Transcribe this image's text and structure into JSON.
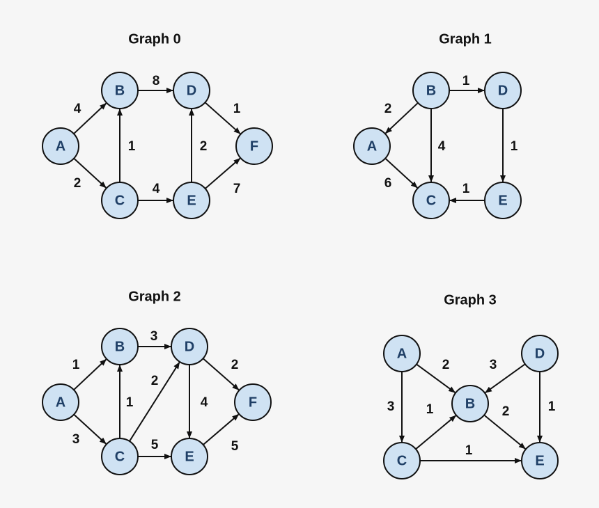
{
  "graphs": [
    {
      "title": "Graph 0",
      "nodes": [
        "A",
        "B",
        "C",
        "D",
        "E",
        "F"
      ],
      "edges": [
        {
          "from": "A",
          "to": "B",
          "weight": "4"
        },
        {
          "from": "A",
          "to": "C",
          "weight": "2"
        },
        {
          "from": "C",
          "to": "B",
          "weight": "1"
        },
        {
          "from": "B",
          "to": "D",
          "weight": "8"
        },
        {
          "from": "C",
          "to": "E",
          "weight": "4"
        },
        {
          "from": "E",
          "to": "D",
          "weight": "2"
        },
        {
          "from": "D",
          "to": "F",
          "weight": "1"
        },
        {
          "from": "E",
          "to": "F",
          "weight": "7"
        }
      ]
    },
    {
      "title": "Graph 1",
      "nodes": [
        "A",
        "B",
        "C",
        "D",
        "E"
      ],
      "edges": [
        {
          "from": "B",
          "to": "A",
          "weight": "2"
        },
        {
          "from": "B",
          "to": "D",
          "weight": "1"
        },
        {
          "from": "B",
          "to": "C",
          "weight": "4"
        },
        {
          "from": "A",
          "to": "C",
          "weight": "6"
        },
        {
          "from": "D",
          "to": "E",
          "weight": "1"
        },
        {
          "from": "E",
          "to": "C",
          "weight": "1"
        }
      ]
    },
    {
      "title": "Graph 2",
      "nodes": [
        "A",
        "B",
        "C",
        "D",
        "E",
        "F"
      ],
      "edges": [
        {
          "from": "A",
          "to": "B",
          "weight": "1"
        },
        {
          "from": "A",
          "to": "C",
          "weight": "3"
        },
        {
          "from": "C",
          "to": "B",
          "weight": "1"
        },
        {
          "from": "B",
          "to": "D",
          "weight": "3"
        },
        {
          "from": "C",
          "to": "D",
          "weight": "2"
        },
        {
          "from": "C",
          "to": "E",
          "weight": "5"
        },
        {
          "from": "D",
          "to": "E",
          "weight": "4"
        },
        {
          "from": "D",
          "to": "F",
          "weight": "2"
        },
        {
          "from": "E",
          "to": "F",
          "weight": "5"
        }
      ]
    },
    {
      "title": "Graph 3",
      "nodes": [
        "A",
        "B",
        "C",
        "D",
        "E"
      ],
      "edges": [
        {
          "from": "A",
          "to": "B",
          "weight": "2"
        },
        {
          "from": "A",
          "to": "C",
          "weight": "3"
        },
        {
          "from": "D",
          "to": "B",
          "weight": "3"
        },
        {
          "from": "D",
          "to": "E",
          "weight": "1"
        },
        {
          "from": "C",
          "to": "B",
          "weight": "1"
        },
        {
          "from": "B",
          "to": "E",
          "weight": "2"
        },
        {
          "from": "C",
          "to": "E",
          "weight": "1"
        }
      ]
    }
  ],
  "colors": {
    "background": "#f6f6f6",
    "node_fill": "#cfe2f3",
    "node_stroke": "#111111",
    "node_label": "#1f3f66",
    "edge": "#111111"
  }
}
